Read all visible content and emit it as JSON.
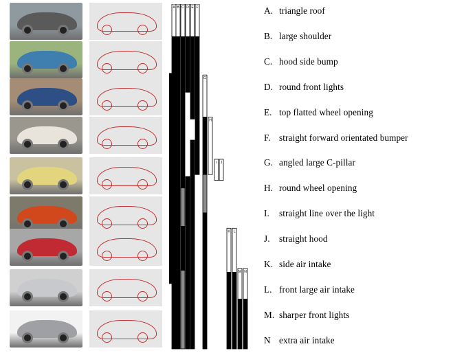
{
  "features": [
    {
      "letter": "A.",
      "label": "triangle roof"
    },
    {
      "letter": "B.",
      "label": "large shoulder"
    },
    {
      "letter": "C.",
      "label": "hood side bump"
    },
    {
      "letter": "D.",
      "label": "round front lights"
    },
    {
      "letter": "E.",
      "label": "top flatted wheel opening"
    },
    {
      "letter": "F.",
      "label": "straight forward orientated bumper"
    },
    {
      "letter": "G.",
      "label": "angled large C-pillar"
    },
    {
      "letter": "H.",
      "label": "round wheel opening"
    },
    {
      "letter": "I.",
      "label": "straight line over the light"
    },
    {
      "letter": "J.",
      "label": "straight hood"
    },
    {
      "letter": "K.",
      "label": "side air intake"
    },
    {
      "letter": "L.",
      "label": "front large air intake"
    },
    {
      "letter": "M.",
      "label": "sharper front lights"
    },
    {
      "letter": "N",
      "label": "extra air intake"
    }
  ],
  "timeline": {
    "generations": 9,
    "columns": [
      {
        "label": "A",
        "segments": [
          {
            "from": 0,
            "to": 0.85,
            "fill": "white"
          },
          {
            "from": 0.85,
            "to": 9,
            "fill": "black"
          }
        ]
      },
      {
        "label": "B",
        "segments": [
          {
            "from": 0,
            "to": 0.85,
            "fill": "white"
          },
          {
            "from": 0.85,
            "to": 9,
            "fill": "black"
          }
        ]
      },
      {
        "label": "C",
        "segments": [
          {
            "from": 0,
            "to": 0.85,
            "fill": "white"
          },
          {
            "from": 0.85,
            "to": 4.8,
            "fill": "black"
          },
          {
            "from": 4.8,
            "to": 5.8,
            "fill": "gray"
          },
          {
            "from": 5.8,
            "to": 6.95,
            "fill": "black"
          },
          {
            "from": 6.95,
            "to": 9,
            "fill": "gray"
          }
        ]
      },
      {
        "label": "D",
        "segments": [
          {
            "from": 0,
            "to": 0.85,
            "fill": "white"
          },
          {
            "from": 0.85,
            "to": 2.3,
            "fill": "black"
          },
          {
            "from": 4.5,
            "to": 9,
            "fill": "black"
          }
        ]
      },
      {
        "label": "E",
        "segments": [
          {
            "from": 0,
            "to": 0.85,
            "fill": "white"
          },
          {
            "from": 0.85,
            "to": 3.0,
            "fill": "black"
          },
          {
            "from": 3.55,
            "to": 9,
            "fill": "black"
          }
        ]
      },
      {
        "label": "F",
        "segments": [
          {
            "from": 0,
            "to": 0.85,
            "fill": "white"
          },
          {
            "from": 0.85,
            "to": 4.45,
            "fill": "black"
          }
        ]
      },
      {
        "label": "G",
        "segments": [
          {
            "from": 1.85,
            "to": 2.95,
            "fill": "white"
          },
          {
            "from": 2.95,
            "to": 4.45,
            "fill": "black"
          },
          {
            "from": 4.45,
            "to": 5.45,
            "fill": "gray"
          },
          {
            "from": 5.45,
            "to": 9,
            "fill": "black"
          }
        ]
      },
      {
        "label": "H",
        "segments": [
          {
            "from": 2.95,
            "to": 4.45,
            "fill": "white"
          }
        ]
      },
      {
        "label": "I",
        "segments": [
          {
            "from": 4.05,
            "to": 4.6,
            "fill": "white"
          }
        ]
      },
      {
        "label": "J",
        "segments": [
          {
            "from": 4.05,
            "to": 4.6,
            "fill": "white"
          }
        ]
      },
      {
        "label": "K",
        "segments": [
          {
            "from": 5.85,
            "to": 7.0,
            "fill": "white"
          },
          {
            "from": 7.0,
            "to": 9,
            "fill": "black"
          }
        ]
      },
      {
        "label": "L",
        "segments": [
          {
            "from": 5.85,
            "to": 7.0,
            "fill": "white"
          },
          {
            "from": 7.0,
            "to": 9,
            "fill": "black"
          }
        ]
      },
      {
        "label": "M",
        "segments": [
          {
            "from": 6.9,
            "to": 7.7,
            "fill": "white"
          },
          {
            "from": 7.7,
            "to": 9,
            "fill": "black"
          }
        ]
      },
      {
        "label": "N",
        "segments": [
          {
            "from": 6.9,
            "to": 7.7,
            "fill": "white"
          },
          {
            "from": 7.7,
            "to": 9,
            "fill": "black"
          }
        ]
      }
    ],
    "left_bracket": {
      "from": 1.8,
      "to": 7.3
    }
  },
  "cars": [
    {
      "color": "#5a5a5a",
      "bg": "#8f9aa0"
    },
    {
      "color": "#3f7fb0",
      "bg": "#9bb47e"
    },
    {
      "color": "#2e4f86",
      "bg": "#a48d74"
    },
    {
      "color": "#e8e4dc",
      "bg": "#9a978f"
    },
    {
      "color": "#e2d57e",
      "bg": "#c9c1a0"
    },
    {
      "color": "#d2481d",
      "bg": "#7d7a6c"
    },
    {
      "color": "#c22a33",
      "bg": "#a7a7a7"
    },
    {
      "color": "#c7c9cc",
      "bg": "#d0d0d0"
    },
    {
      "color": "#9ea0a3",
      "bg": "#f2f2f2"
    }
  ]
}
